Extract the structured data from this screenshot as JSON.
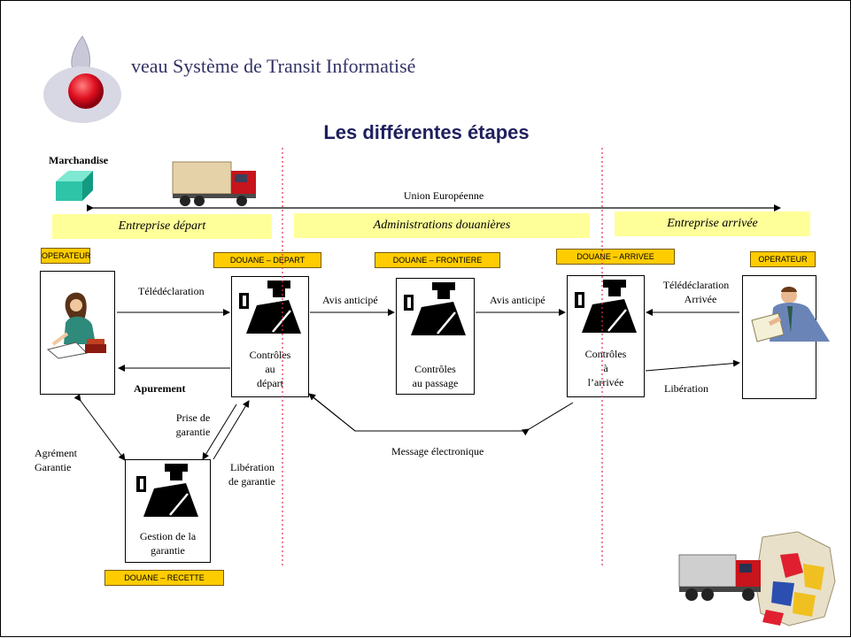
{
  "header": {
    "title": "veau Système de Transit Informatisé",
    "subtitle": "Les différentes étapes"
  },
  "goods_label": "Marchandise",
  "eu_label": "Union Européenne",
  "zones": {
    "left": "Entreprise départ",
    "middle": "Administrations douanières",
    "right": "Entreprise arrivée"
  },
  "tags": {
    "operator_left": "OPERATEUR",
    "douane_depart": "DOUANE – DEPART",
    "douane_frontiere": "DOUANE – FRONTIERE",
    "douane_arrivee": "DOUANE – ARRIVEE",
    "operator_right": "OPERATEUR",
    "douane_recette": "DOUANE – RECETTE"
  },
  "boxes": {
    "depart": [
      "Contrôles",
      "au",
      "départ"
    ],
    "passage": [
      "Contrôles",
      "au passage"
    ],
    "arrivee": [
      "Contrôles",
      "à",
      "l’arrivée"
    ],
    "garantie": [
      "Gestion de la",
      "garantie"
    ]
  },
  "flows": {
    "teledeclaration": "Télédéclaration",
    "apurement": "Apurement",
    "avis1": "Avis anticipé",
    "avis2": "Avis anticipé",
    "teledecl_arrivee_1": "Télédéclaration",
    "teledecl_arrivee_2": "Arrivée",
    "liberation": "Libération",
    "message": "Message électronique",
    "prise_1": "Prise de",
    "prise_2": "garantie",
    "lib_gar_1": "Libération",
    "lib_gar_2": "de garantie",
    "agrement_1": "Agrément",
    "agrement_2": "Garantie"
  },
  "colors": {
    "zone": "#ffff99",
    "tag": "#ffcc00",
    "divider": "#e0304a",
    "title": "#333366"
  }
}
